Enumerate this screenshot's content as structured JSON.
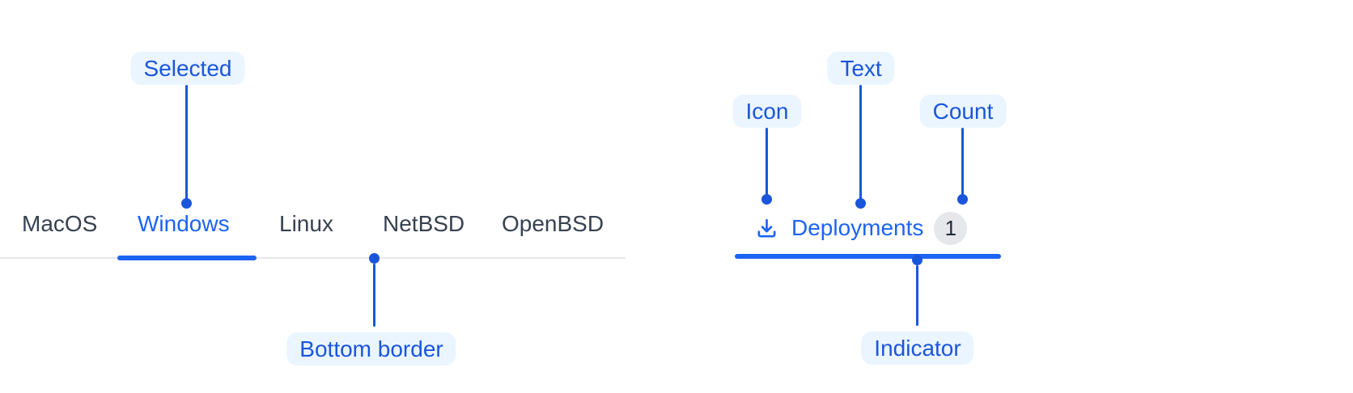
{
  "colors": {
    "component_blue": "#1C64F2",
    "annotation_blue": "#1A56DB",
    "annotation_pill_bg": "#EBF5FF",
    "inactive_tab_text": "#374151",
    "border_gray": "#E5E7EB",
    "badge_bg": "#E5E7EB",
    "badge_text": "#1F2937"
  },
  "tabs_example": {
    "items": [
      {
        "label": "MacOS",
        "selected": false
      },
      {
        "label": "Windows",
        "selected": true
      },
      {
        "label": "Linux",
        "selected": false
      },
      {
        "label": "NetBSD",
        "selected": false
      },
      {
        "label": "OpenBSD",
        "selected": false
      }
    ]
  },
  "annotations": {
    "selected": "Selected",
    "bottom_border": "Bottom border",
    "icon": "Icon",
    "text": "Text",
    "count": "Count",
    "indicator": "Indicator"
  },
  "deployment_tab": {
    "icon": "download-icon",
    "label": "Deployments",
    "count": "1"
  }
}
